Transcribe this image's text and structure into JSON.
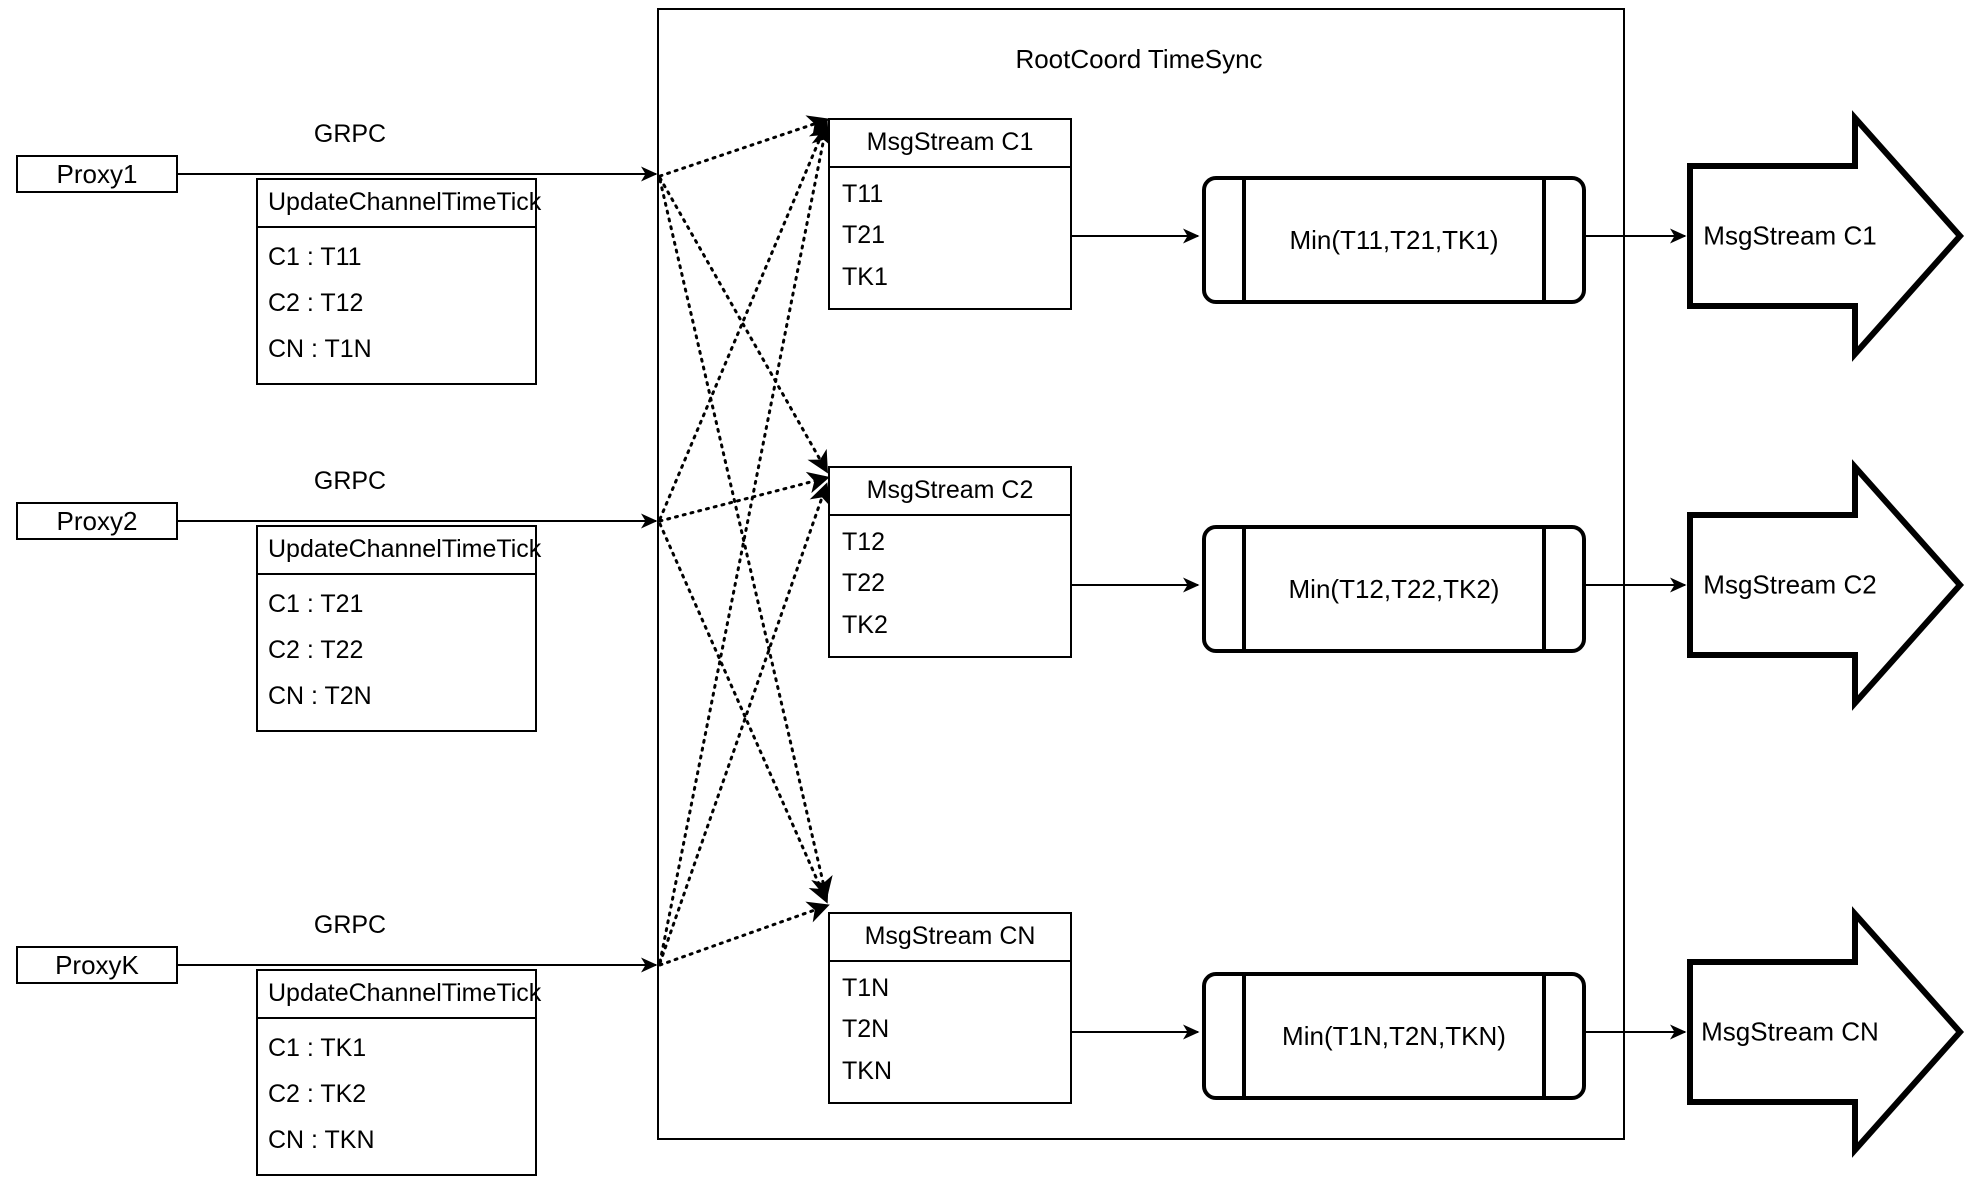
{
  "container": {
    "title": "RootCoord TimeSync"
  },
  "proxies": [
    {
      "name": "Proxy1",
      "grpc_label": "GRPC",
      "tick_table": {
        "header": "UpdateChannelTimeTick",
        "rows": [
          "C1 :  T11",
          "C2 :  T12",
          "CN : T1N"
        ]
      }
    },
    {
      "name": "Proxy2",
      "grpc_label": "GRPC",
      "tick_table": {
        "header": "UpdateChannelTimeTick",
        "rows": [
          "C1 :  T21",
          "C2 :  T22",
          "CN : T2N"
        ]
      }
    },
    {
      "name": "ProxyK",
      "grpc_label": "GRPC",
      "tick_table": {
        "header": "UpdateChannelTimeTick",
        "rows": [
          "C1 :  TK1",
          "C2 :  TK2",
          "CN : TKN"
        ]
      }
    }
  ],
  "channels": [
    {
      "msgstream": {
        "header": "MsgStream C1",
        "rows": [
          "T11",
          "T21",
          "TK1"
        ]
      },
      "process": "Min(T11,T21,TK1)",
      "output": "MsgStream C1"
    },
    {
      "msgstream": {
        "header": "MsgStream C2",
        "rows": [
          "T12",
          "T22",
          "TK2"
        ]
      },
      "process": "Min(T12,T22,TK2)",
      "output": "MsgStream C2"
    },
    {
      "msgstream": {
        "header": "MsgStream CN",
        "rows": [
          "T1N",
          "T2N",
          "TKN"
        ]
      },
      "process": "Min(T1N,T2N,TKN)",
      "output": "MsgStream CN"
    }
  ],
  "colors": {
    "stroke": "#000000",
    "background": "#ffffff"
  }
}
